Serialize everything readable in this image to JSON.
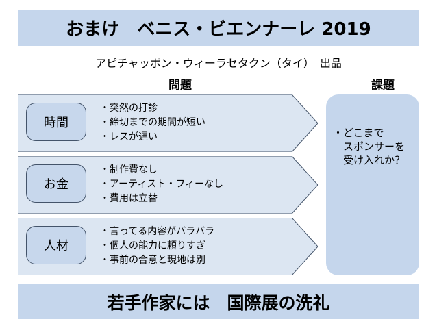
{
  "title": "おまけ　ベニス・ビエンナーレ 2019",
  "subtitle": "アピチャッポン・ウィーラセタクン（タイ）　出品",
  "columns": {
    "problem": "問題",
    "task": "課題"
  },
  "problems": [
    {
      "category": "時間",
      "items": [
        "・突然の打診",
        "・締切までの期間が短い",
        "・レスが遅い"
      ]
    },
    {
      "category": "お金",
      "items": [
        "・制作費なし",
        "・アーティスト・フィーなし",
        "・費用は立替"
      ]
    },
    {
      "category": "人材",
      "items": [
        "・言ってる内容がバラバラ",
        "・個人の能力に頼りすぎ",
        "・事前の合意と現地は別"
      ]
    }
  ],
  "task": "・どこまで\n　スポンサーを\n　受け入れか？",
  "conclusion": "若手作家には　国際展の洗礼",
  "colors": {
    "banner": "#c5d6ec",
    "arrow": "#dce6f2",
    "border": "#44546a"
  }
}
